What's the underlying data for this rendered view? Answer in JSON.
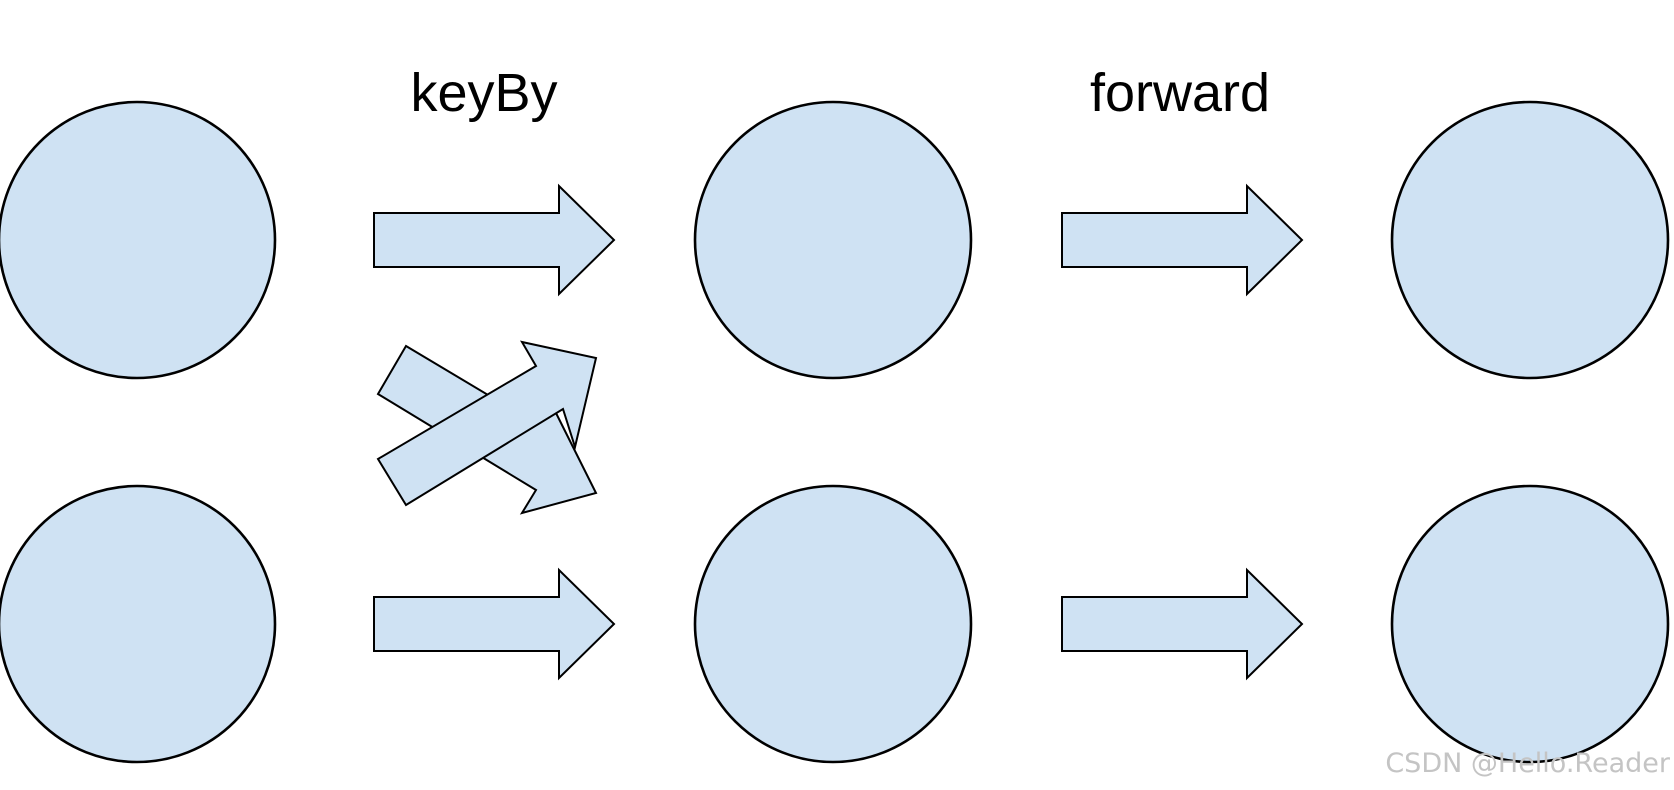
{
  "labels": {
    "partition_1": "keyBy",
    "partition_2": "forward"
  },
  "watermark": "CSDN @Hello.Reader",
  "colors": {
    "node_fill": "#cfe2f3",
    "stroke": "#000000",
    "watermark": "#c4c4c4"
  }
}
